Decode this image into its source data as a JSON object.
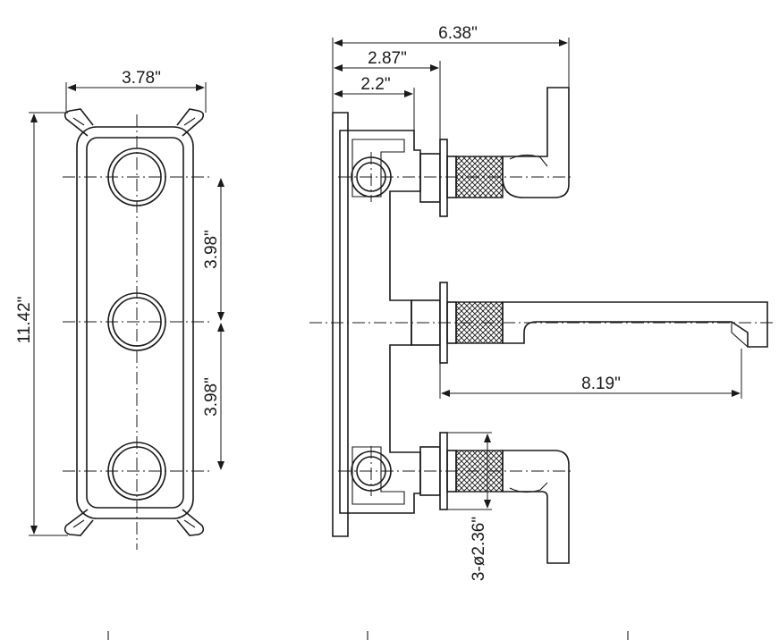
{
  "front_view": {
    "width_label": "3.78\"",
    "height_label": "11.42\"",
    "spacing_top_label": "3.98\"",
    "spacing_bottom_label": "3.98\""
  },
  "side_view": {
    "overall_depth_label": "6.38\"",
    "handle_depth_label": "2.87\"",
    "body_depth_label": "2.2\"",
    "spout_reach_label": "8.19\"",
    "escutcheon_label": "3-ø2.36\""
  }
}
